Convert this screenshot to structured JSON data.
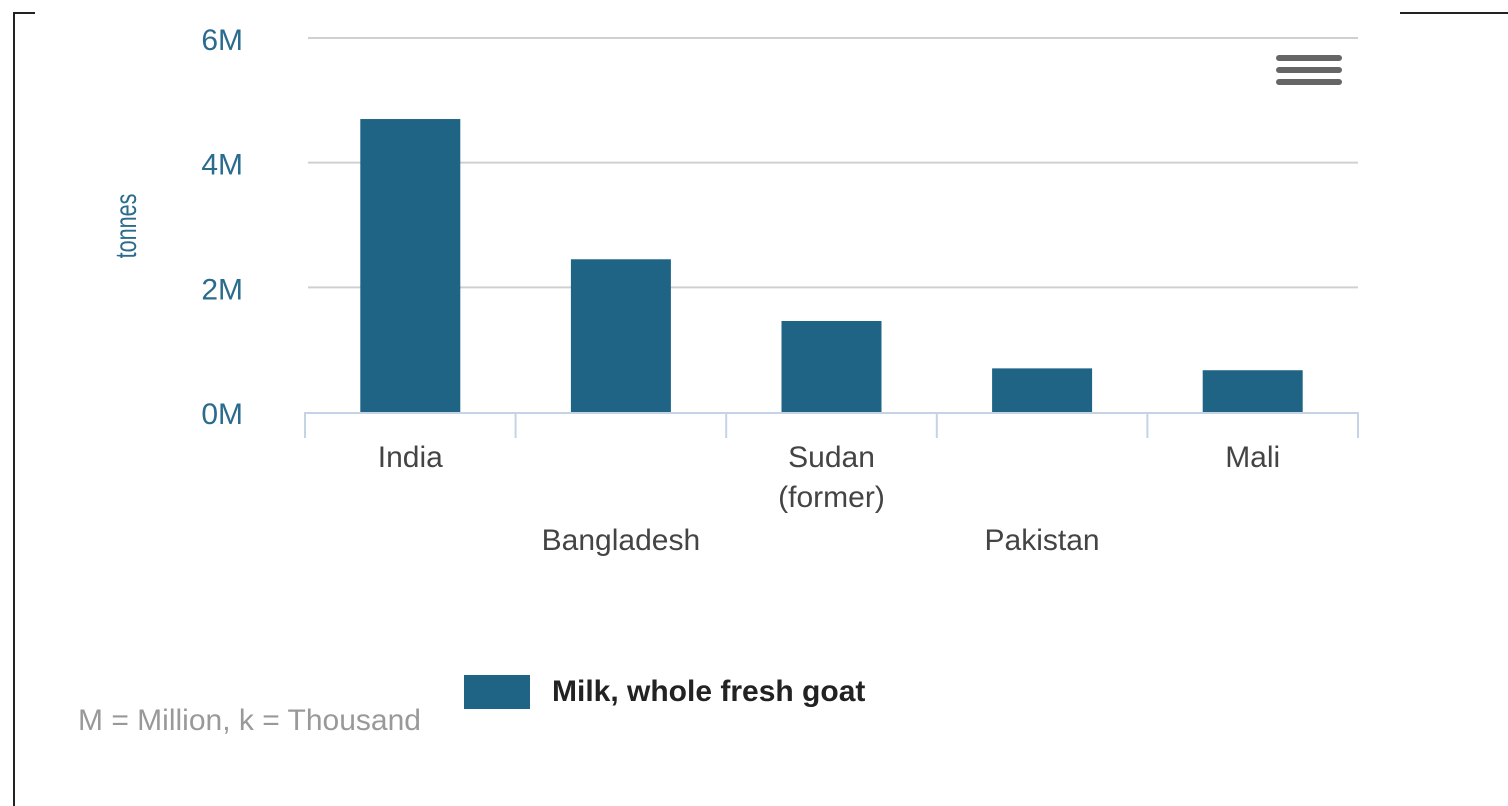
{
  "chart_data": {
    "type": "bar",
    "categories": [
      "India",
      "Bangladesh",
      "Sudan (former)",
      "Pakistan",
      "Mali"
    ],
    "category_label_lines": [
      [
        "India"
      ],
      [
        "Bangladesh"
      ],
      [
        "Sudan",
        "(former)"
      ],
      [
        "Pakistan"
      ],
      [
        "Mali"
      ]
    ],
    "series": [
      {
        "name": "Milk, whole fresh goat",
        "values": [
          4700000,
          2450000,
          1460000,
          700000,
          670000
        ]
      }
    ],
    "ylabel": "tonnes",
    "ylim": [
      0,
      6000000
    ],
    "yticks": [
      0,
      2000000,
      4000000,
      6000000
    ],
    "ytick_labels": [
      "0M",
      "2M",
      "4M",
      "6M"
    ],
    "grid": true,
    "legend_position": "bottom-center",
    "colors": {
      "bar": "#1f6385",
      "axis_text": "#2a6b8e",
      "grid": "#d0d0d0",
      "axis_line": "#c4d3e6",
      "tick_text": "#444444"
    }
  },
  "legend": {
    "label": "Milk, whole fresh goat"
  },
  "footnote": "M = Million, k = Thousand",
  "menu": {
    "icon": "hamburger-menu-icon"
  }
}
